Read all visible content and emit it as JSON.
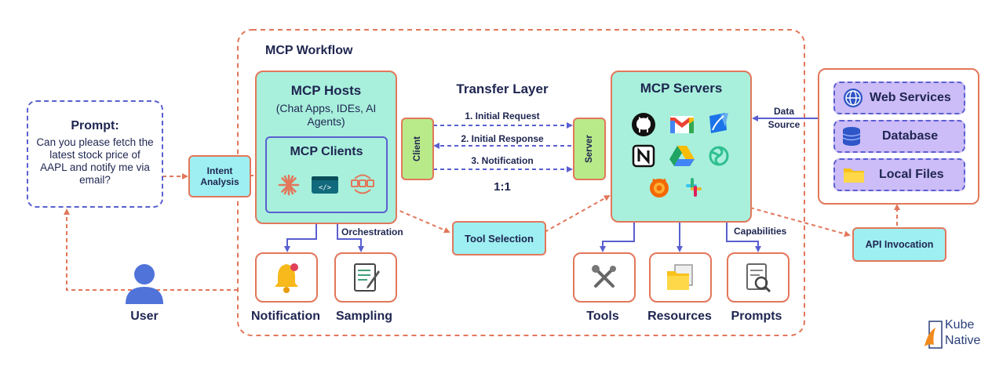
{
  "workflow": {
    "title": "MCP Workflow"
  },
  "prompt": {
    "heading": "Prompt:",
    "text": "Can you please fetch the latest stock price of AAPL and notify me via email?"
  },
  "user": {
    "label": "User"
  },
  "intent": {
    "label": "Intent Analysis"
  },
  "hosts": {
    "title": "MCP Hosts",
    "subtitle": "(Chat Apps, IDEs, AI Agents)",
    "clients_title": "MCP Clients",
    "client_icons": [
      "claude-icon",
      "code-editor-icon",
      "agents-icon"
    ]
  },
  "transfer": {
    "title": "Transfer Layer",
    "client_label": "Client",
    "server_label": "Server",
    "messages": [
      "1. Initial Request",
      "2. Initial Response",
      "3. Notification"
    ],
    "ratio": "1:1"
  },
  "servers": {
    "title": "MCP Servers",
    "icons": [
      "github-icon",
      "gmail-icon",
      "notes-icon",
      "notion-icon",
      "google-drive-icon",
      "openai-icon",
      "grafana-icon",
      "slack-icon"
    ]
  },
  "tool_selection": {
    "label": "Tool Selection"
  },
  "orchestration": {
    "label": "Orchestration"
  },
  "capabilities": {
    "label": "Capabilities"
  },
  "data_source": {
    "label": "Data Source"
  },
  "api_invocation": {
    "label": "API Invocation"
  },
  "sources": {
    "items": [
      "Web Services",
      "Database",
      "Local Files"
    ]
  },
  "bottom_items": {
    "notification": "Notification",
    "sampling": "Sampling",
    "tools": "Tools",
    "resources": "Resources",
    "prompts": "Prompts"
  },
  "logo": {
    "line1": "Kube",
    "line2": "Native"
  },
  "colors": {
    "orange": "#e2775a",
    "blue": "#5a5fd0",
    "mint": "#a8f0dc",
    "cyan": "#9eeff2",
    "green": "#b9ea8a",
    "purple": "#ccbcf7",
    "navy": "#1e2550"
  }
}
